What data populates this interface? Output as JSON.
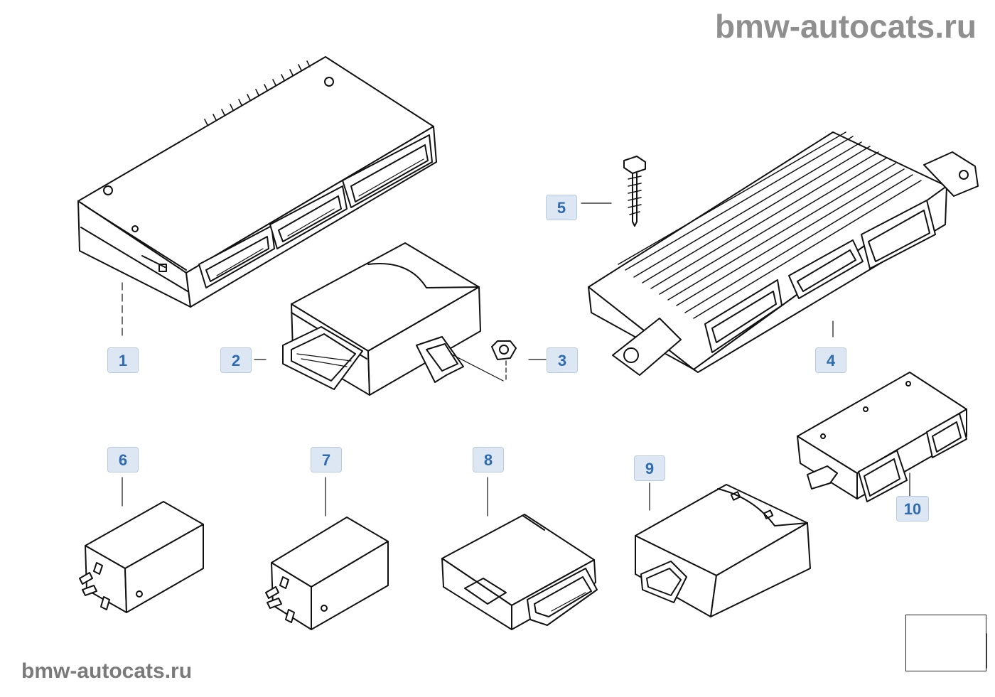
{
  "watermark": {
    "top": "bmw-autocats.ru",
    "bottom": "bmw-autocats.ru"
  },
  "callouts": [
    {
      "id": "c1",
      "label": "1"
    },
    {
      "id": "c2",
      "label": "2"
    },
    {
      "id": "c3",
      "label": "3"
    },
    {
      "id": "c4",
      "label": "4"
    },
    {
      "id": "c5",
      "label": "5"
    },
    {
      "id": "c6",
      "label": "6"
    },
    {
      "id": "c7",
      "label": "7"
    },
    {
      "id": "c8",
      "label": "8"
    },
    {
      "id": "c9",
      "label": "9"
    },
    {
      "id": "c10",
      "label": "10"
    }
  ],
  "nav": {
    "icon": "vehicle-location-icon"
  },
  "colors": {
    "callout_bg": "#dde7f3",
    "callout_text": "#2e6bb0",
    "watermark": "#8f8f8f",
    "line": "#111111"
  }
}
